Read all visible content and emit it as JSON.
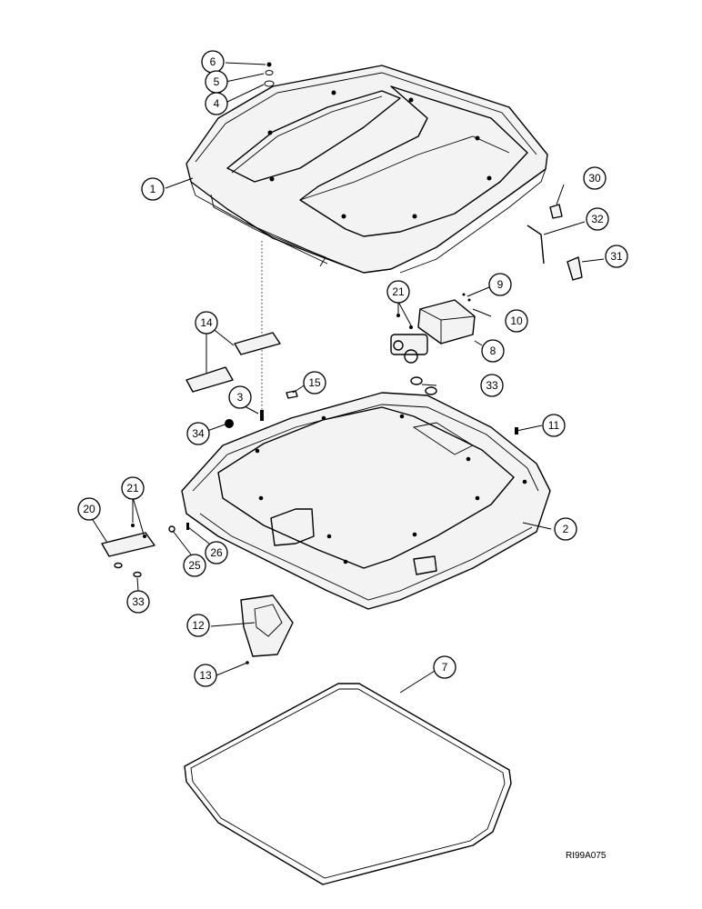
{
  "figure_code": "RI99A075",
  "callouts": {
    "c1": "1",
    "c2": "2",
    "c3": "3",
    "c4": "4",
    "c5": "5",
    "c6": "6",
    "c7": "7",
    "c8": "8",
    "c9": "9",
    "c10": "10",
    "c11": "11",
    "c12": "12",
    "c13": "13",
    "c14": "14",
    "c15": "15",
    "c20": "20",
    "c21a": "21",
    "c21b": "21",
    "c25": "25",
    "c26": "26",
    "c30": "30",
    "c31": "31",
    "c32": "32",
    "c33a": "33",
    "c33b": "33",
    "c34": "34"
  }
}
